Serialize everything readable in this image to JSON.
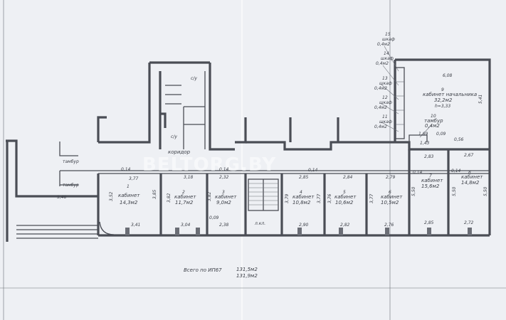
{
  "watermark": "BELTORG.BY",
  "rooms": [
    {
      "n": "1",
      "name": "кабинет",
      "area": "14,3м2"
    },
    {
      "n": "2",
      "name": "кабинет",
      "area": "11,7м2"
    },
    {
      "n": "3",
      "name": "кабинет",
      "area": "9,0м2"
    },
    {
      "n": "4",
      "name": "кабинет",
      "area": "10,8м2"
    },
    {
      "n": "5",
      "name": "кабинет",
      "area": "10,6м2"
    },
    {
      "n": "6",
      "name": "кабинет",
      "area": "10,5м2"
    },
    {
      "n": "7",
      "name": "кабинет",
      "area": "15,6м2"
    },
    {
      "n": "8",
      "name": "кабинет",
      "area": "14,8м2"
    },
    {
      "n": "9",
      "name": "кабинет начальника",
      "area": "32,2м2",
      "extra": "h=3,33"
    },
    {
      "n": "10",
      "name": "тамбур",
      "area": "0,4м2"
    },
    {
      "n": "11",
      "name": "шкаф",
      "area": "0,4м2"
    },
    {
      "n": "12",
      "name": "шкаф",
      "area": "0,4м2"
    },
    {
      "n": "13",
      "name": "шкаф",
      "area": "0,4м2"
    },
    {
      "n": "14",
      "name": "шкаф",
      "area": "0,4м2"
    },
    {
      "n": "15",
      "name": "шкаф",
      "area": "0,4м2"
    }
  ],
  "labels": {
    "corridor": "коридор",
    "vestibule": "тамбур",
    "wc": "с/у",
    "stairs": "л.кл."
  },
  "dims": {
    "d377": "3,77",
    "d318": "3,18",
    "d232": "2,32",
    "d285": "2,85",
    "d284": "2,84",
    "d279": "2,79",
    "d014": "0,14",
    "d352": "3,52",
    "d385": "3,85",
    "d382": "3,82",
    "d379": "3,79",
    "d376": "3,76",
    "d377b": "3,77",
    "d550": "5,50",
    "d341": "3,41",
    "d304": "3,04",
    "d238": "2,38",
    "d290": "2,90",
    "d282": "2,82",
    "d276": "2,76",
    "d272": "2,72",
    "d009": "0,09",
    "d546": "5,46",
    "d608": "6,08",
    "d541": "5,41",
    "d169": "1,69",
    "d143": "1,43",
    "d056": "0,56",
    "d283": "2,83",
    "d267": "2,67"
  },
  "totals": {
    "label": "Всего по ИП67",
    "area1": "131,5м2",
    "area2": "131,9м2"
  }
}
